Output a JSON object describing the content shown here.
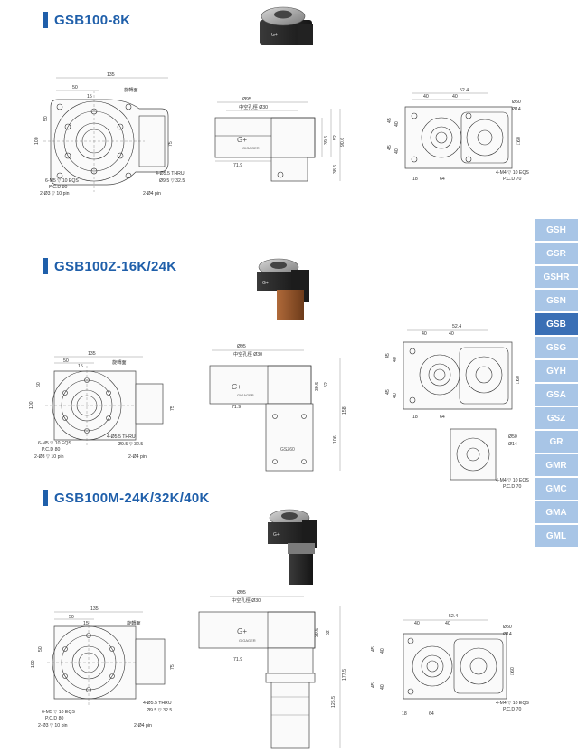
{
  "sections": [
    {
      "title": "GSB100-8K"
    },
    {
      "title": "GSB100Z-16K/24K"
    },
    {
      "title": "GSB100M-24K/32K/40K"
    }
  ],
  "side_tabs": [
    {
      "label": "GSH",
      "active": false
    },
    {
      "label": "GSR",
      "active": false
    },
    {
      "label": "GSHR",
      "active": false
    },
    {
      "label": "GSN",
      "active": false
    },
    {
      "label": "GSB",
      "active": true
    },
    {
      "label": "GSG",
      "active": false
    },
    {
      "label": "GYH",
      "active": false
    },
    {
      "label": "GSA",
      "active": false
    },
    {
      "label": "GSZ",
      "active": false
    },
    {
      "label": "GR",
      "active": false
    },
    {
      "label": "GMR",
      "active": false
    },
    {
      "label": "GMC",
      "active": false
    },
    {
      "label": "GMA",
      "active": false
    },
    {
      "label": "GML",
      "active": false
    }
  ],
  "drawing_labels": {
    "d135": "135",
    "d50": "50",
    "d15": "15",
    "d100": "100",
    "d75": "75",
    "rotating_table": "旋轉面",
    "thru": "4-Ø5.5 THRU",
    "cbore": "Ø9.5 ▽ 32.5",
    "pcd_note_a": "6-M5 ▽ 10 EQS",
    "pcd_note_b": "P.C.D 80",
    "pin_note": "2-Ø3 ▽ 10 pin",
    "pin4": "2-Ø4 pin",
    "d95": "Ø95",
    "hollow": "中空孔徑 Ø30",
    "d39_5": "39.5",
    "d52": "52",
    "d71_9": "71.9",
    "d38_5": "38.5",
    "d90_6": "90.6",
    "d52_4": "52.4",
    "d40": "40",
    "d45": "45",
    "d50b": "Ø50",
    "d14": "Ø14",
    "d60": "□60",
    "d18": "18",
    "d64": "64",
    "pcd70_a": "4-M4 ▽ 10 EQS",
    "pcd70_b": "P.C.D 70",
    "d158": "158",
    "d106": "106",
    "d177_5": "177.5",
    "d125_5": "125.5",
    "brand": "GIGAGER",
    "model_plate": "GSZ60"
  }
}
